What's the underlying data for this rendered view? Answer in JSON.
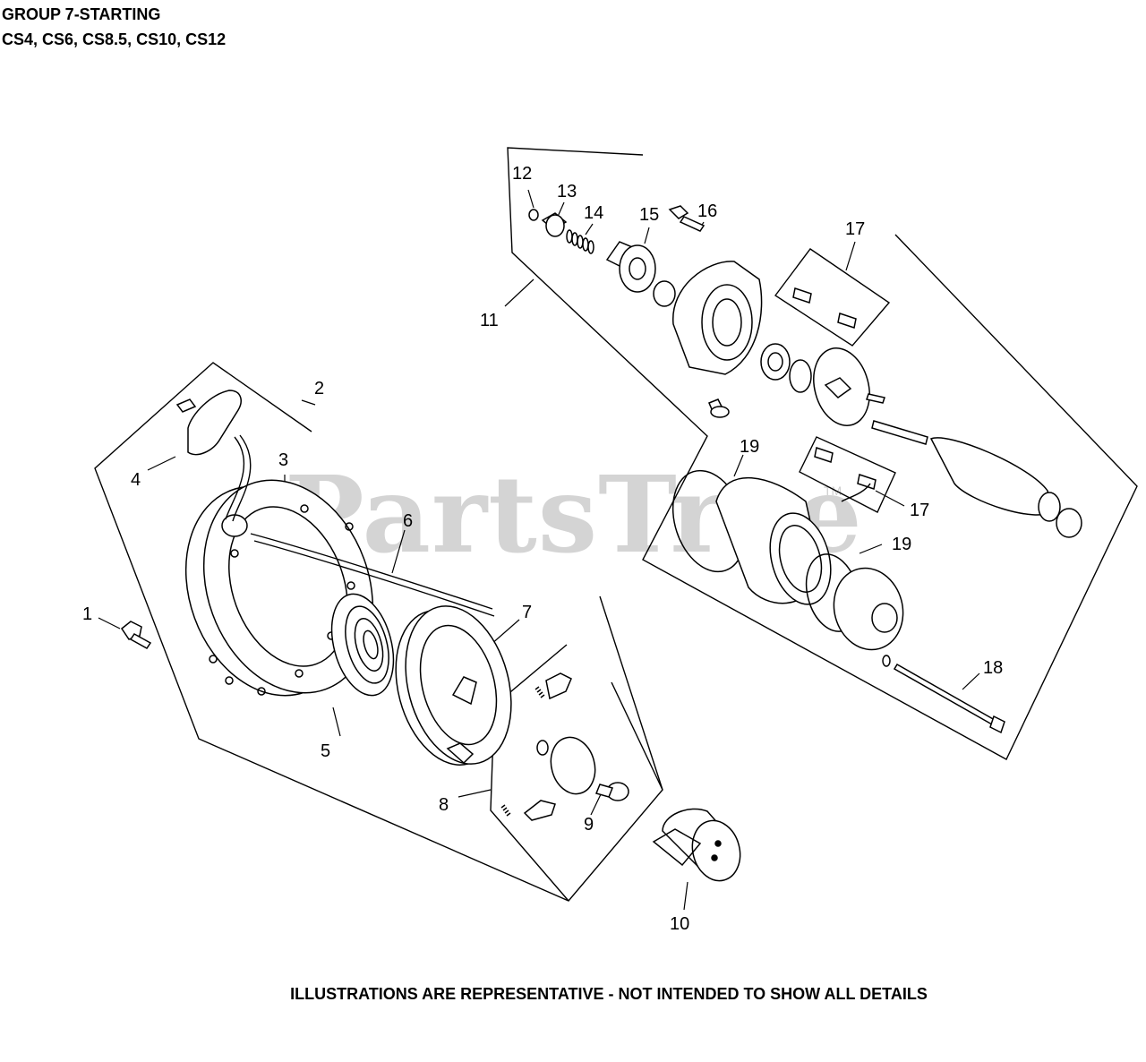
{
  "header": {
    "title_line1": "GROUP 7-STARTING",
    "title_line2": "CS4, CS6, CS8.5, CS10, CS12"
  },
  "watermark": {
    "text": "PartsTree",
    "tm": "TM"
  },
  "footer": {
    "note": "ILLUSTRATIONS ARE REPRESENTATIVE - NOT INTENDED TO SHOW ALL DETAILS"
  },
  "callouts": {
    "c1": "1",
    "c2": "2",
    "c3": "3",
    "c4": "4",
    "c5": "5",
    "c6": "6",
    "c7": "7",
    "c8": "8",
    "c9": "9",
    "c10": "10",
    "c11": "11",
    "c12": "12",
    "c13": "13",
    "c14": "14",
    "c15": "15",
    "c16": "16",
    "c17a": "17",
    "c17b": "17",
    "c18": "18",
    "c19a": "19",
    "c19b": "19"
  }
}
